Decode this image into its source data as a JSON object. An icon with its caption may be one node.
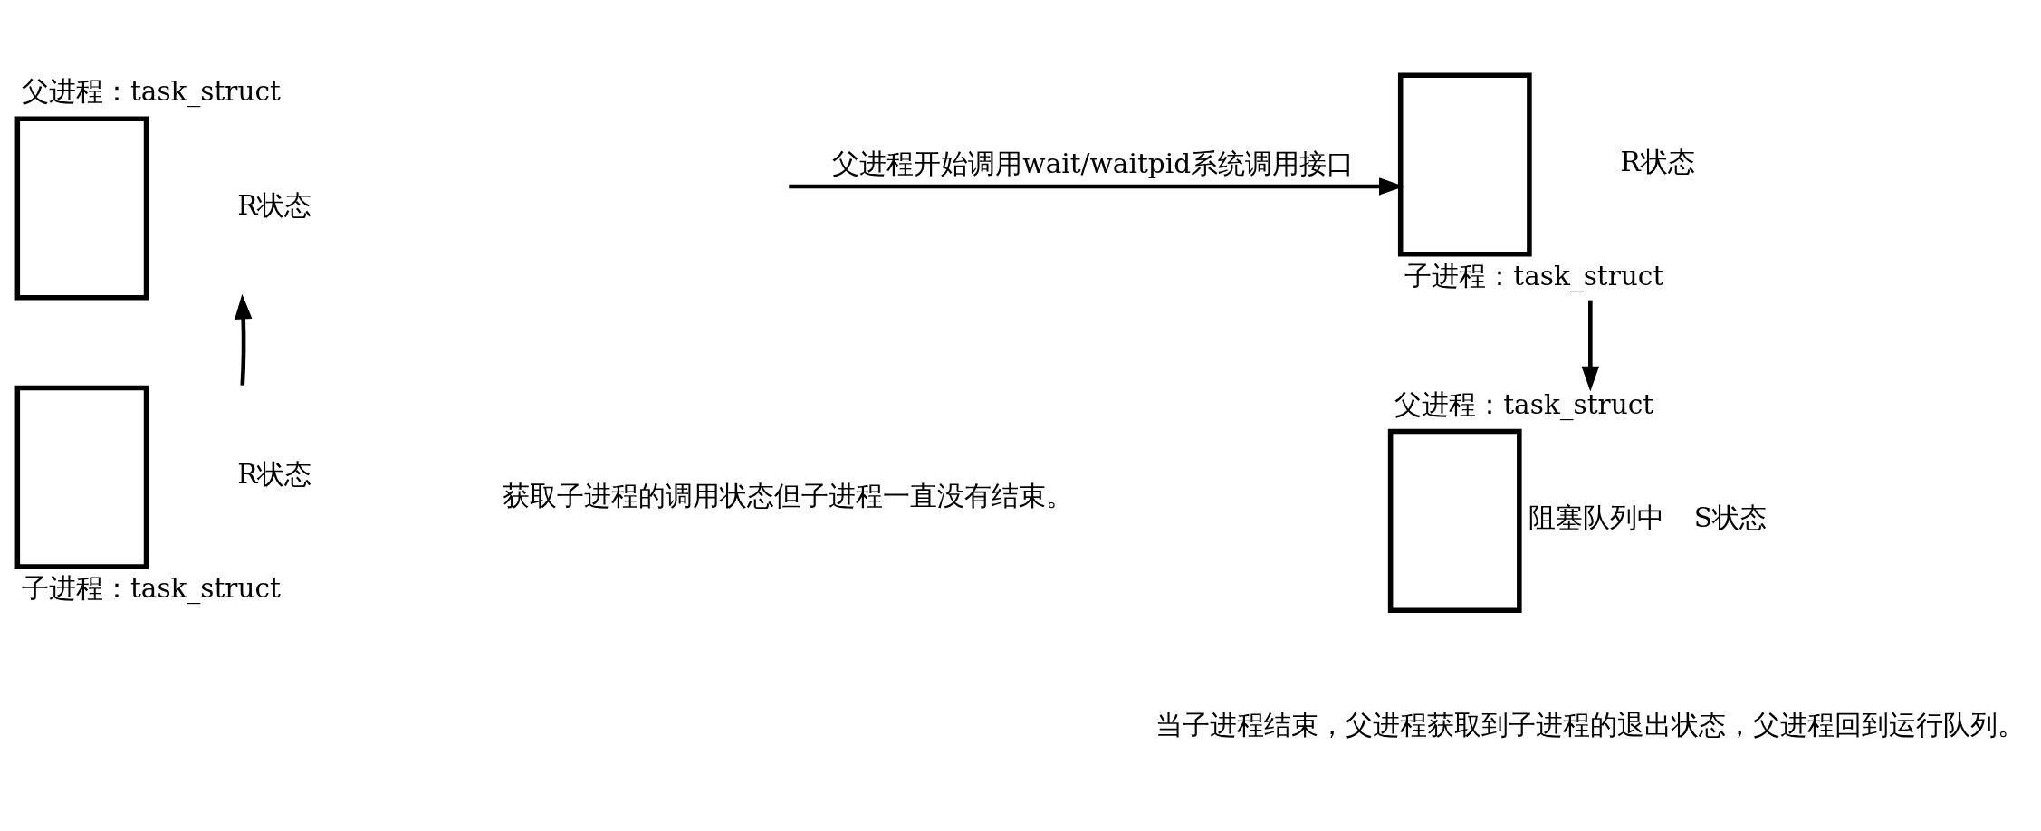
{
  "diagram": {
    "nodes": [
      {
        "text": [
          "父进程：task_struct"
        ],
        "beside": [
          "R状态"
        ]
      },
      {
        "text": [
          "子进程：task_struct"
        ],
        "beside": [
          "R状态"
        ]
      },
      {
        "text": [
          "子进程：task_struct"
        ],
        "beside": [
          "R状态"
        ]
      },
      {
        "text": [
          "父进程：task_struct"
        ],
        "beside": [
          "阻塞队列中",
          "S状态"
        ]
      }
    ],
    "edges": [
      {
        "from": 1,
        "to": 0,
        "arrow": "to"
      },
      {
        "from": null,
        "to": 2,
        "arrow": "to",
        "label": "父进程开始调用wait/waitpid系统调用接口"
      },
      {
        "from": 2,
        "to": 3,
        "arrow": "to"
      }
    ],
    "labels": [
      "获取子进程的调用状态但子进程一直没有结束。",
      "当子进程结束，父进程获取到子进程的退出状态，父进程回到运行队列。"
    ]
  }
}
